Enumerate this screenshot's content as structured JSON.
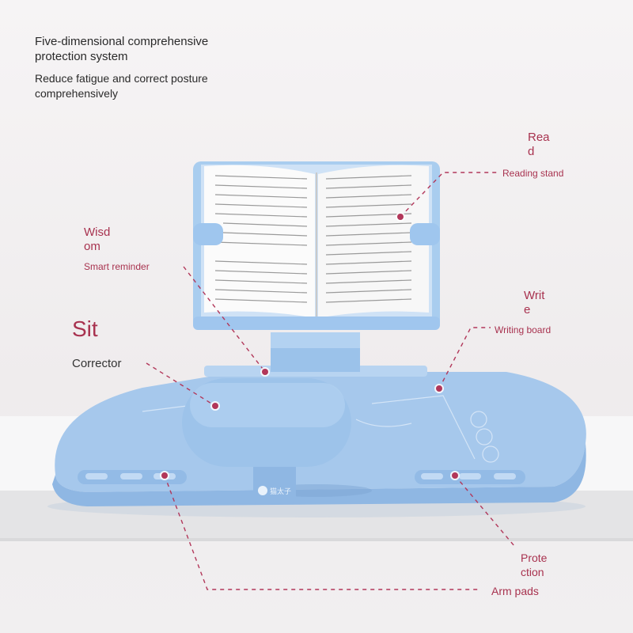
{
  "header": {
    "headline": "Five-dimensional comprehensive protection system",
    "subline": "Reduce fatigue and correct posture comprehensively"
  },
  "features": {
    "read": {
      "title": "Rea\nd",
      "caption": "Reading stand"
    },
    "wisdom": {
      "title": "Wisd\nom",
      "caption": "Smart reminder"
    },
    "sit": {
      "title": "Sit",
      "caption": "Corrector"
    },
    "write": {
      "title": "Writ\ne",
      "caption": "Writing board"
    },
    "protection": {
      "title": "Prote\nction",
      "caption": "Arm pads"
    }
  },
  "product": {
    "brand_logo_text": "猫太子"
  },
  "colors": {
    "accent": "#a8324f",
    "product_blue": "#a9cdef",
    "product_blue_dark": "#7fb0e2",
    "table": "#e6e6e8"
  }
}
